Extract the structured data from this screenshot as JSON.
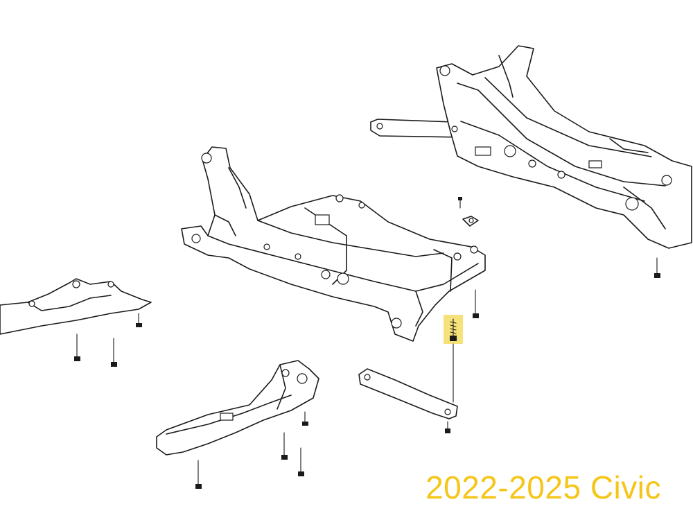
{
  "caption": {
    "text": "2022-2025 Civic",
    "color": "#f5c518"
  },
  "highlight": {
    "color": "#f6e27a",
    "target": "bolt"
  },
  "parts": [
    "front-subframe",
    "rear-subframe",
    "left-stiffener-plate",
    "right-stiffener-plate",
    "center-brace",
    "bracket",
    "bolt"
  ]
}
